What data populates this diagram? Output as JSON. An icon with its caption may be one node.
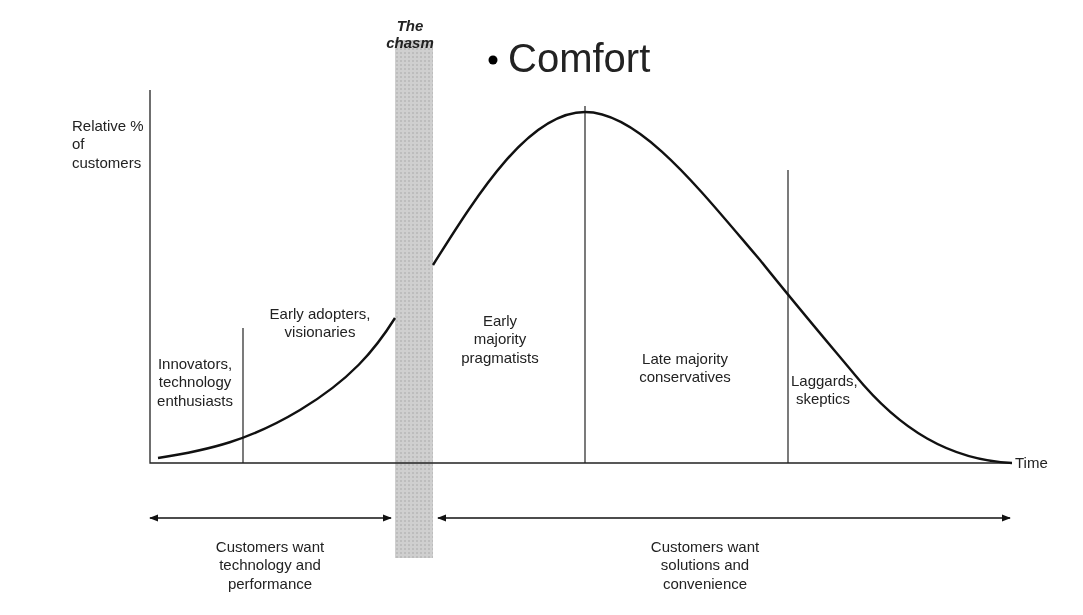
{
  "diagram": {
    "labels": [
      "The chasm",
      "Comfort",
      "Relative % of customers",
      "Early adopters, visionaries",
      "Innovators, technology enthusiasts",
      "Early majority pragmatists",
      "Late majority conservatives",
      "Laggards, skeptics",
      "Time",
      "Customers want technology and performance",
      "Customers want solutions and convenience"
    ]
  }
}
